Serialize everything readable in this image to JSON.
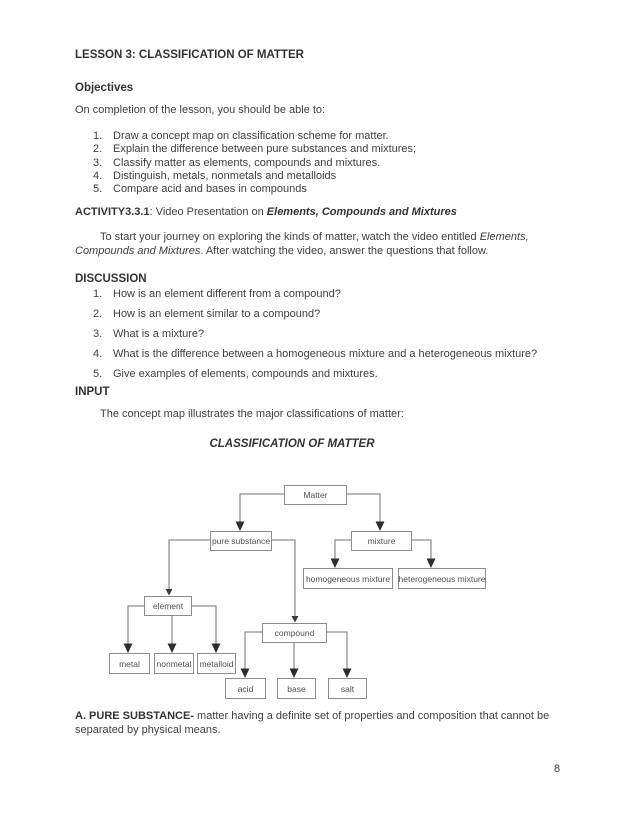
{
  "lesson": {
    "title": "LESSON 3: CLASSIFICATION OF MATTER"
  },
  "objectives": {
    "heading": "Objectives",
    "intro": "On completion of the lesson, you should be able to:",
    "items": [
      {
        "n": "1.",
        "text": "Draw a concept map on classification scheme for matter."
      },
      {
        "n": "2.",
        "text": "Explain the difference between pure substances and mixtures;"
      },
      {
        "n": "3.",
        "text": "Classify matter as elements, compounds and mixtures."
      },
      {
        "n": "4.",
        "text": "Distinguish, metals, nonmetals and metalloids"
      },
      {
        "n": "5.",
        "text": "Compare acid and bases in compounds"
      }
    ]
  },
  "activity": {
    "code": "ACTIVITY3.3.1",
    "middle": ": Video Presentation on ",
    "title": "Elements, Compounds and Mixtures"
  },
  "activity_para": {
    "part1": "To start your journey on exploring the kinds of matter, watch the video entitled ",
    "italic": "Elements, Compounds and Mixtures",
    "part2": ". After watching the video, answer the questions that follow."
  },
  "discussion": {
    "heading": "DISCUSSION",
    "items": [
      {
        "n": "1.",
        "text": "How is an element different from a compound?"
      },
      {
        "n": "2.",
        "text": "How is an element similar to a compound?"
      },
      {
        "n": "3.",
        "text": "What is a mixture?"
      },
      {
        "n": "4.",
        "text": "What is the difference between a homogeneous mixture and a heterogeneous mixture?"
      },
      {
        "n": "5.",
        "text": "Give examples of elements, compounds and mixtures."
      }
    ]
  },
  "input": {
    "heading": "INPUT",
    "intro": "The concept map illustrates the major classifications of matter:"
  },
  "concept_map": {
    "title": "CLASSIFICATION OF MATTER",
    "nodes": {
      "matter": {
        "label": "Matter"
      },
      "pure_substance": {
        "label": "pure substance"
      },
      "mixture": {
        "label": "mixture"
      },
      "homogeneous": {
        "label": "homogeneous mixture"
      },
      "heterogeneous": {
        "label": "heterogeneous mixture"
      },
      "element": {
        "label": "element"
      },
      "compound": {
        "label": "compound"
      },
      "metal": {
        "label": "metal"
      },
      "nonmetal": {
        "label": "nonmetal"
      },
      "metalloid": {
        "label": "metalloid"
      },
      "acid": {
        "label": "acid"
      },
      "base": {
        "label": "base"
      },
      "salt": {
        "label": "salt"
      }
    },
    "edges": [
      {
        "from": "matter",
        "to": "pure_substance"
      },
      {
        "from": "matter",
        "to": "mixture"
      },
      {
        "from": "mixture",
        "to": "homogeneous"
      },
      {
        "from": "mixture",
        "to": "heterogeneous"
      },
      {
        "from": "pure_substance",
        "to": "element"
      },
      {
        "from": "pure_substance",
        "to": "compound"
      },
      {
        "from": "element",
        "to": "metal"
      },
      {
        "from": "element",
        "to": "nonmetal"
      },
      {
        "from": "element",
        "to": "metalloid"
      },
      {
        "from": "compound",
        "to": "acid"
      },
      {
        "from": "compound",
        "to": "base"
      },
      {
        "from": "compound",
        "to": "salt"
      }
    ],
    "colors": {
      "line": "#6f6f6f",
      "arrow": "#2d2d2d",
      "box_border": "#8c8c8c"
    }
  },
  "footer": {
    "bold": "A. PURE SUBSTANCE-",
    "text": " matter having a definite set of properties and composition that cannot be separated by physical means."
  },
  "page": {
    "number": "8"
  }
}
